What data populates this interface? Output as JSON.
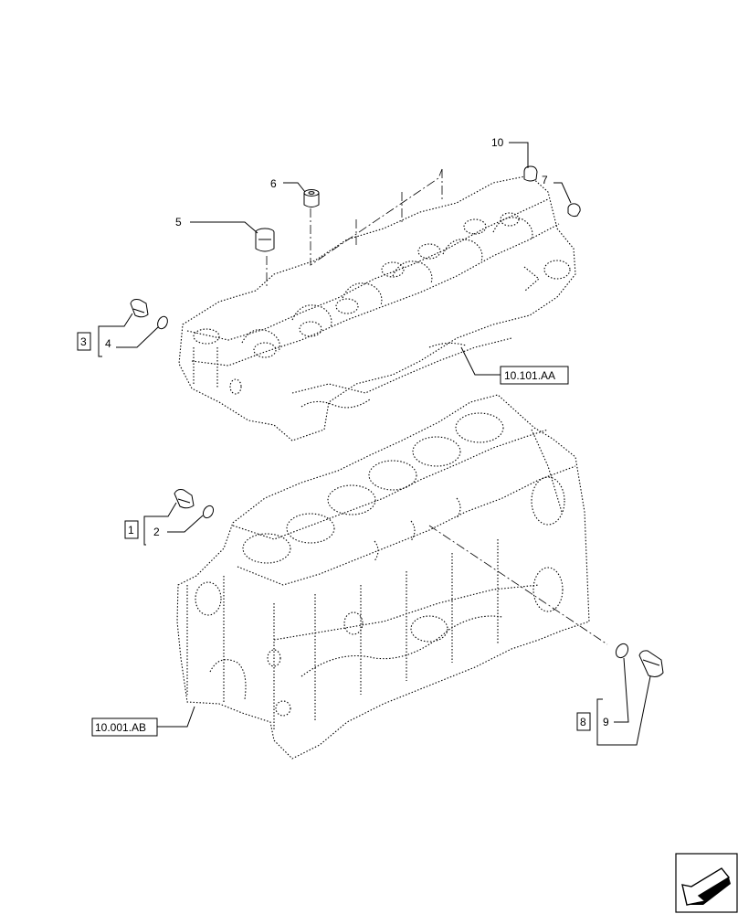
{
  "callouts": {
    "c1": "1",
    "c2": "2",
    "c3": "3",
    "c4": "4",
    "c5": "5",
    "c6": "6",
    "c7": "7",
    "c8": "8",
    "c9": "9",
    "c10": "10"
  },
  "references": {
    "head_ref": "10.101.AA",
    "block_ref": "10.001.AB"
  },
  "icons": {
    "nav": "next-page-arrow-icon"
  }
}
